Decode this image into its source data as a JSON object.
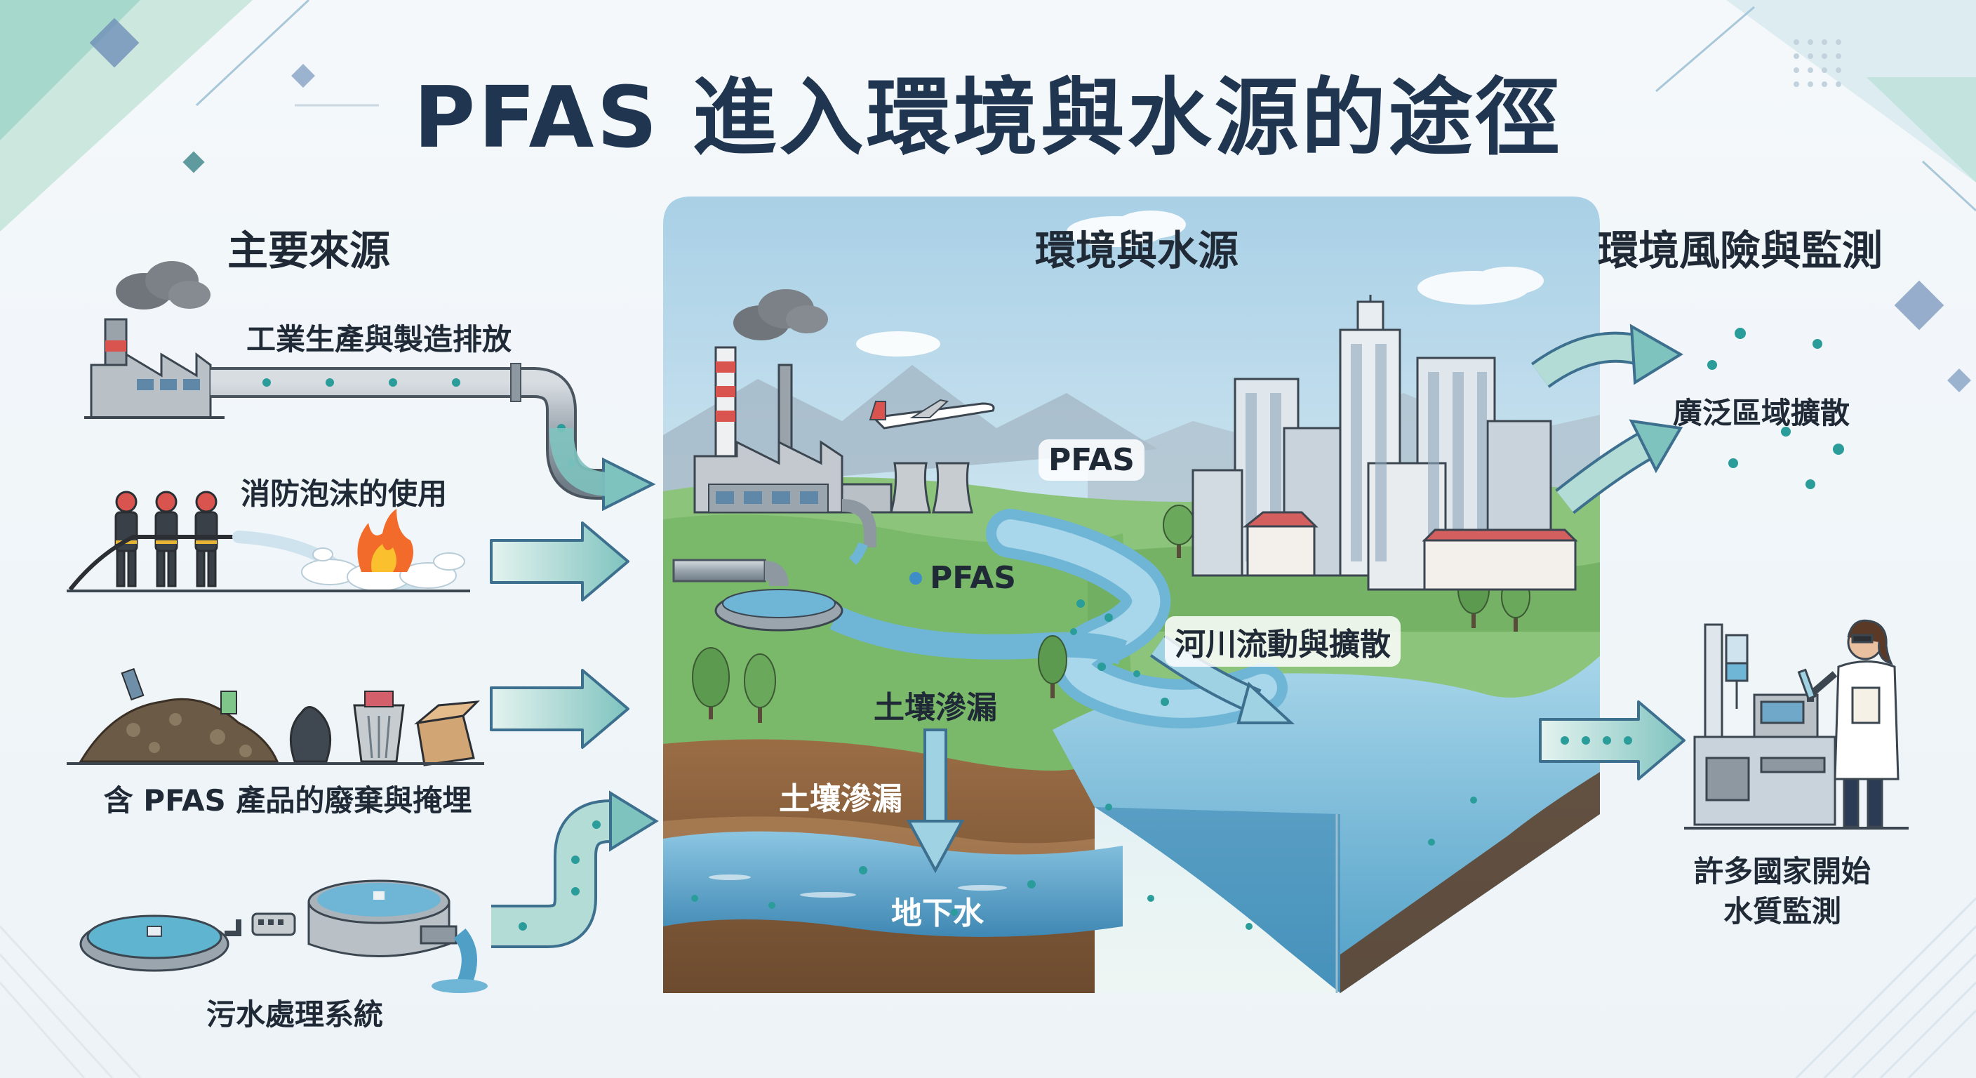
{
  "title": "PFAS 進入環境與水源的途徑",
  "sections": {
    "sources": "主要來源",
    "environment": "環境與水源",
    "risk": "環境風險與監測"
  },
  "sources": [
    {
      "label": "工業生產與製造排放",
      "icon": "factory-icon"
    },
    {
      "label": "消防泡沫的使用",
      "icon": "firefighters-icon"
    },
    {
      "label": "含 PFAS 產品的廢棄與掩埋",
      "icon": "landfill-icon"
    },
    {
      "label": "污水處理系統",
      "icon": "wastewater-treatment-icon"
    }
  ],
  "scene": {
    "pfas_sky": "PFAS",
    "pfas_pipe": "PFAS",
    "river": "河川流動與擴散",
    "soil1": "土壤滲漏",
    "soil2": "土壤滲漏",
    "groundwater": "地下水"
  },
  "risk": {
    "spread": "廣泛區域擴散",
    "monitor_line1": "許多國家開始",
    "monitor_line2": "水質監測"
  },
  "colors": {
    "title": "#1f3550",
    "arrow_fill": "#7fc3bf",
    "arrow_stroke": "#3d6f8f",
    "water": "#6fb6d6",
    "particle": "#2a9d9a"
  }
}
